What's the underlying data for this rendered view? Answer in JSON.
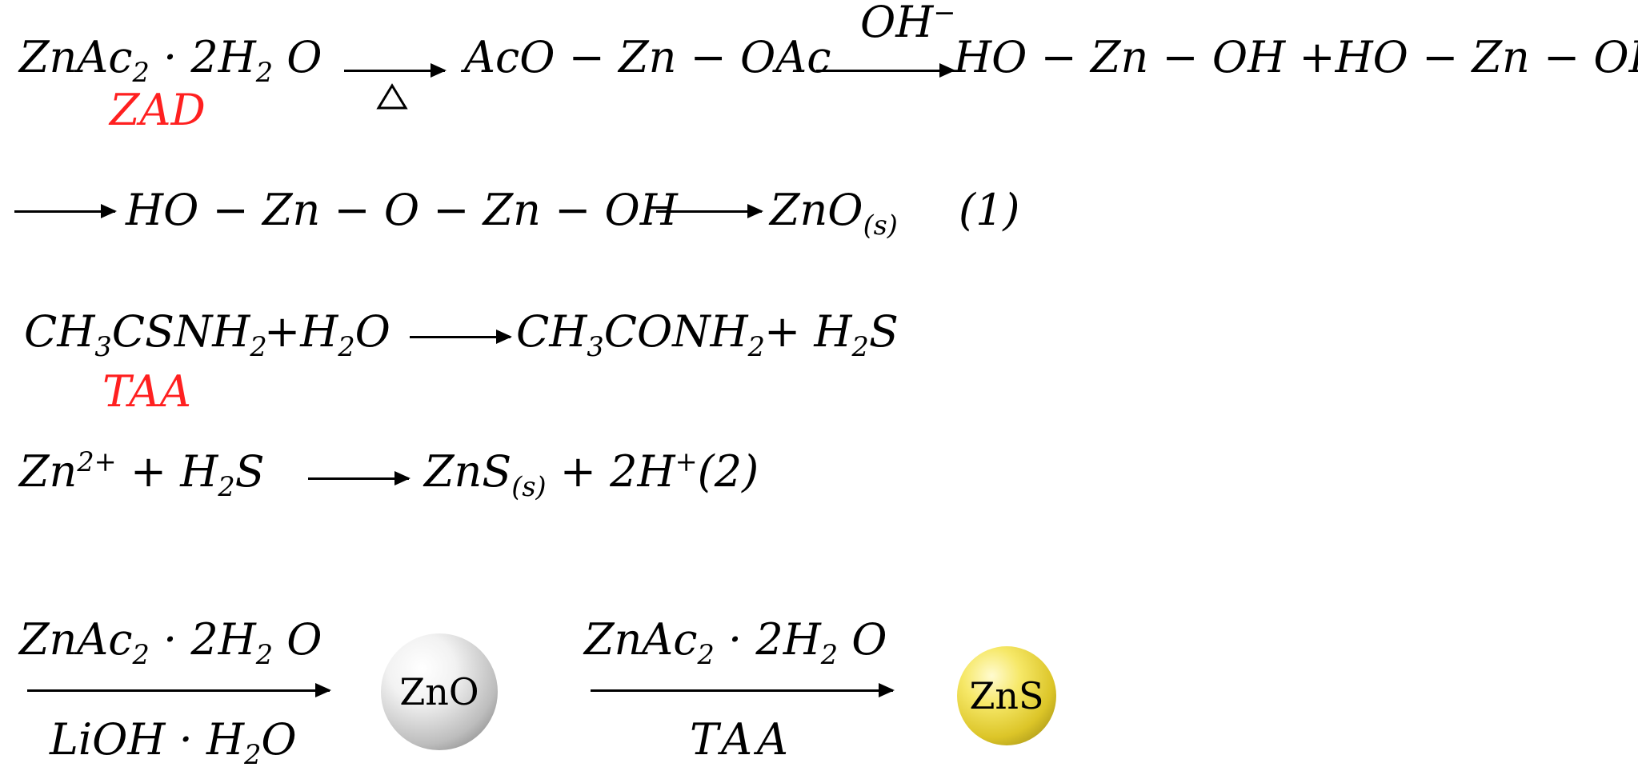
{
  "colors": {
    "text": "#000000",
    "label_red": "#ff2020",
    "zno_sphere": "#d0d0d0",
    "zns_sphere": "#e8d63a"
  },
  "eq1": {
    "line1": {
      "reactant": {
        "a": "ZnAc",
        "a_sub": "2",
        "b": " · 2H",
        "b_sub": "2",
        "c": " O"
      },
      "reactant_label": "ZAD",
      "heat_symbol": "△",
      "intermediate": "AcO − Zn − OAc",
      "reagent": "OH",
      "reagent_sup": "−",
      "product": "HO − Zn − OH +HO − Zn − OH"
    },
    "line2": {
      "intermediate": "HO − Zn − O − Zn − OH",
      "product": "ZnO",
      "product_sub": "(s)",
      "number": "(1)"
    }
  },
  "eq2": {
    "line1": {
      "r1": {
        "a": "CH",
        "a_sub": "3",
        "b": "CSNH",
        "b_sub": "2"
      },
      "plus_water": {
        "a": " +H",
        "a_sub": "2",
        "b": "O"
      },
      "reactant_label": "TAA",
      "p1": {
        "a": "CH",
        "a_sub": "3",
        "b": "CONH",
        "b_sub": "2"
      },
      "p2": {
        "a": " + H",
        "a_sub": "2",
        "b": "S"
      }
    },
    "line2": {
      "r": {
        "a": "Zn",
        "a_sup": "2+",
        "b": " + H",
        "b_sub": "2",
        "c": "S"
      },
      "p": {
        "a": "ZnS",
        "a_sub": "(s)",
        "b": " + 2H",
        "b_sup": "+",
        "c": "(2)"
      }
    }
  },
  "scheme": {
    "step1_top": {
      "a": "ZnAc",
      "a_sub": "2",
      "b": " · 2H",
      "b_sub": "2",
      "c": " O"
    },
    "step1_bottom": {
      "a": "LiOH · H",
      "a_sub": "2",
      "b": "O"
    },
    "sphere1": "ZnO",
    "step2_top": {
      "a": "ZnAc",
      "a_sub": "2",
      "b": " · 2H",
      "b_sub": "2",
      "c": " O"
    },
    "step2_bottom": "TAA",
    "sphere2": "ZnS"
  }
}
